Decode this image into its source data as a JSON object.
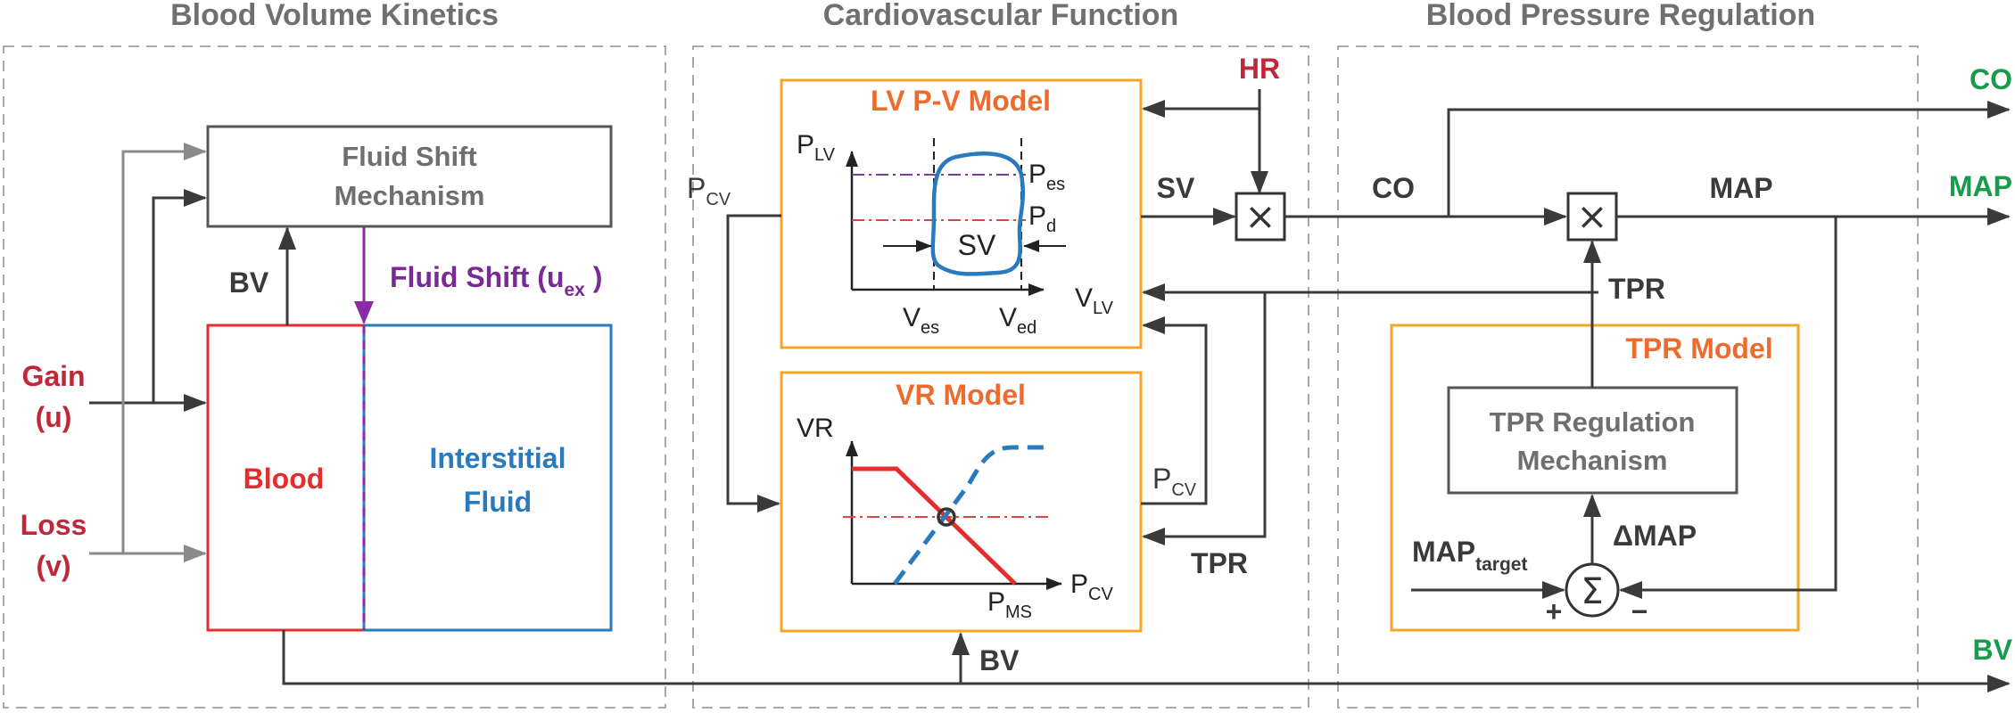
{
  "sections": {
    "blood_volume_kinetics": "Blood Volume Kinetics",
    "cardiovascular_function": "Cardiovascular Function",
    "blood_pressure_regulation": "Blood Pressure Regulation"
  },
  "bvk": {
    "fluid_shift_line1": "Fluid Shift",
    "fluid_shift_line2": "Mechanism",
    "bv_label": "BV",
    "fluid_shift_label": "Fluid Shift (u",
    "fluid_shift_sub": "ex",
    "fluid_shift_close": " )",
    "gain_label": "Gain",
    "gain_var": "(u)",
    "loss_label": "Loss",
    "loss_var": "(v)",
    "blood_label": "Blood",
    "interstitial_line1": "Interstitial",
    "interstitial_line2": "Fluid"
  },
  "cvf": {
    "lv_model_title": "LV P-V Model",
    "vr_model_title": "VR Model",
    "hr_label": "HR",
    "sv_label": "SV",
    "sv_loop_label": "SV",
    "pcv_main": "P",
    "pcv_sub": "CV",
    "plv_main": "P",
    "plv_sub": "LV",
    "pes_main": "P",
    "pes_sub": "es",
    "pd_main": "P",
    "pd_sub": "d",
    "vlv_main": "V",
    "vlv_sub": "LV",
    "ves_main": "V",
    "ves_sub": "es",
    "ved_main": "V",
    "ved_sub": "ed",
    "vr_axis": "VR",
    "pms_main": "P",
    "pms_sub": "MS",
    "tpr_label": "TPR",
    "bv_label": "BV"
  },
  "bpr": {
    "co_label": "CO",
    "map_label": "MAP",
    "tpr_label": "TPR",
    "tpr_model_title": "TPR Model",
    "tpr_reg_line1": "TPR Regulation",
    "tpr_reg_line2": "Mechanism",
    "delta_map": "ΔMAP",
    "map_target_main": "MAP",
    "map_target_sub": "target",
    "plus": "+",
    "minus": "−",
    "sigma": "Σ",
    "times": "×"
  },
  "outputs": {
    "co": "CO",
    "map": "MAP",
    "bv": "BV"
  },
  "colors": {
    "dashed_border": "#a9a9a9",
    "orange_box": "#f5a623",
    "line": "#3a3a3a",
    "gray_line": "#8a8a8a",
    "blood_red": "#e52d2d",
    "interstitial_blue": "#2a7ac0",
    "fluid_shift_purple": "#8a2aa5",
    "output_green": "#1a9a4c",
    "input_red": "#c0283a"
  }
}
